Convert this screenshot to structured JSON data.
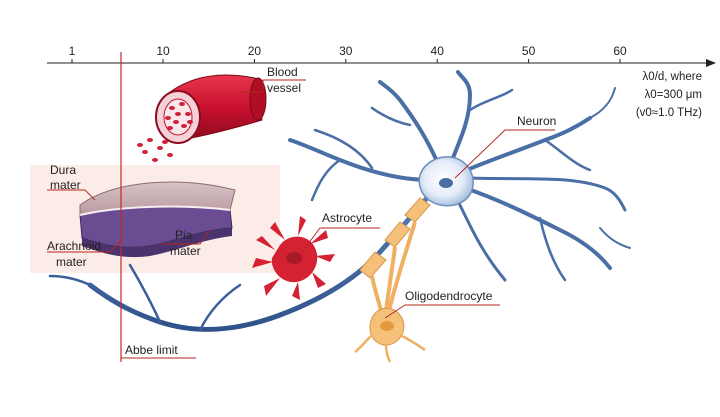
{
  "axis": {
    "ticks": [
      {
        "value": 1,
        "label": "1"
      },
      {
        "value": 10,
        "label": "10"
      },
      {
        "value": 20,
        "label": "20"
      },
      {
        "value": 30,
        "label": "30"
      },
      {
        "value": 40,
        "label": "40"
      },
      {
        "value": 50,
        "label": "50"
      },
      {
        "value": 60,
        "label": "60"
      }
    ],
    "note_line1": "λ0/d, where",
    "note_line2": "λ0=300 μm",
    "note_line3": "(v0≈1.0 THz)"
  },
  "labels": {
    "blood_vessel_1": "Blood",
    "blood_vessel_2": "vessel",
    "dura_1": "Dura",
    "dura_2": "mater",
    "pia_1": "Pia",
    "pia_2": "mater",
    "arachnoid_1": "Arachnoid",
    "arachnoid_2": "mater",
    "astrocyte": "Astrocyte",
    "neuron": "Neuron",
    "oligodendrocyte": "Oligodendrocyte",
    "abbe_limit": "Abbe limit"
  },
  "colors": {
    "abbe_line": "#c62828",
    "callout_line": "#b3261e",
    "neuron_fill": "#dbe7f5",
    "neuron_stroke": "#4a6fa5",
    "astrocyte": "#d42233",
    "oligodendrocyte": "#f4c07a",
    "blood_vessel": "#c8102e",
    "meninges": "#6a4c93"
  }
}
